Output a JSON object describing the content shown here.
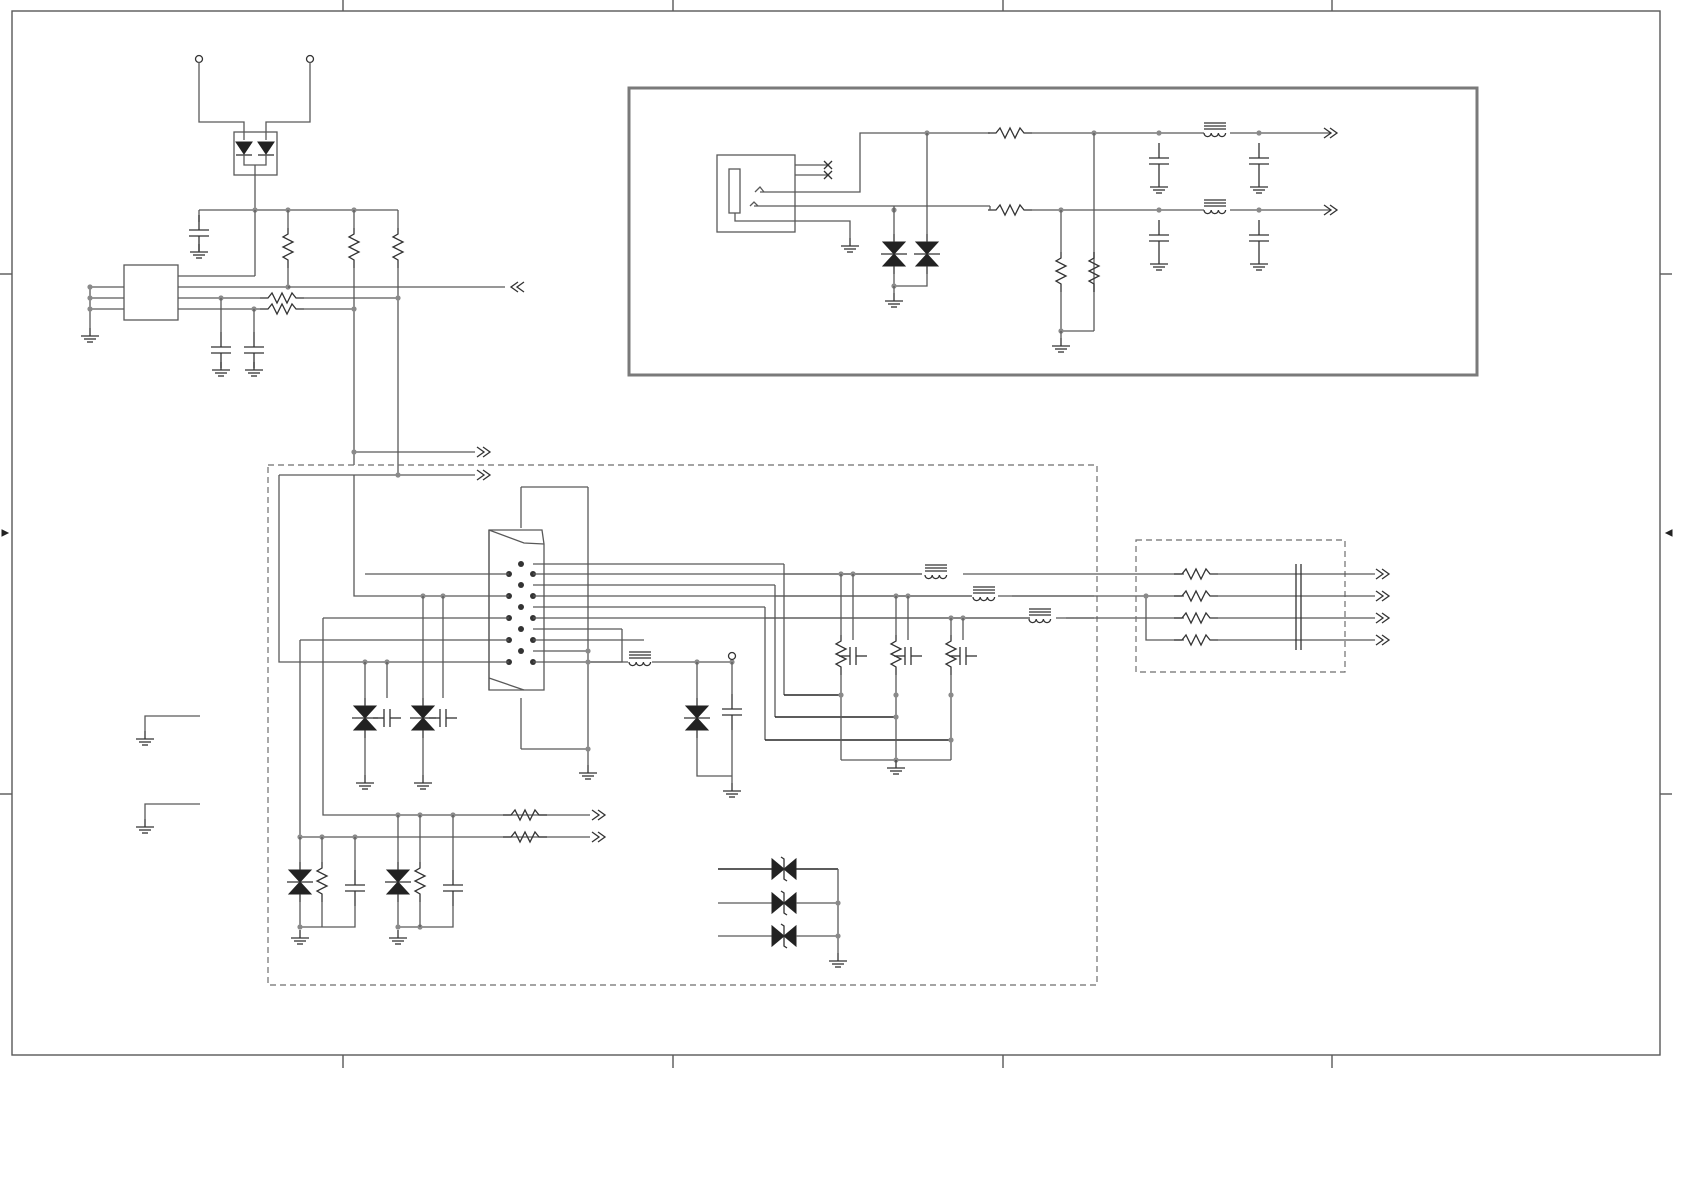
{
  "diagram": {
    "kind": "electronic-schematic",
    "theme": {
      "line": "#595959",
      "symbol": "#222222",
      "frame": "#7a7a7a",
      "background": "#ffffff"
    },
    "text_labels": [],
    "sections": [
      {
        "id": "power-input",
        "parts": [
          "input-terminals",
          "bridge-diode-pair",
          "regulator-ic",
          "pull-up-resistors",
          "series-resistors",
          "decoupling-capacitors"
        ]
      },
      {
        "id": "audio-jack-filter",
        "parts": [
          "audio-jack",
          "esd-diodes",
          "series-resistors",
          "filter-capacitors",
          "ferrite-beads",
          "output-arrows"
        ]
      },
      {
        "id": "vga-connector",
        "parts": [
          "db15-connector",
          "tvs-diodes",
          "ferrite-beads",
          "termination-resistors",
          "ground-symbols"
        ]
      },
      {
        "id": "sync-resistor-block",
        "parts": [
          "series-resistors",
          "bus-capacitor",
          "output-arrows"
        ]
      },
      {
        "id": "esd-array",
        "parts": [
          "tvs-diodes",
          "ground-symbol"
        ]
      }
    ]
  }
}
